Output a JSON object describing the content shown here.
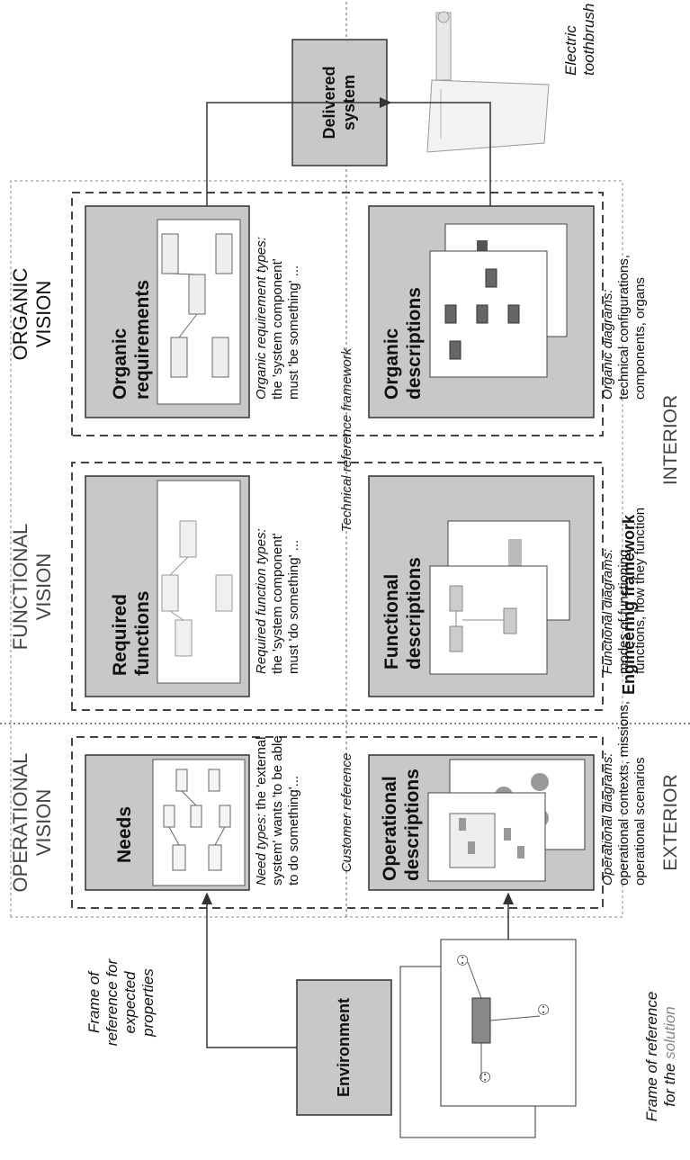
{
  "header_labels": {
    "exterior": "EXTERIOR",
    "interior": "INTERIOR"
  },
  "visions": {
    "operational": [
      "OPERATIONAL",
      "VISION"
    ],
    "functional": [
      "FUNCTIONAL",
      "VISION"
    ],
    "organic": [
      "ORGANIC",
      "VISION"
    ]
  },
  "frameworks": {
    "engineering": "Engineering framework",
    "customer_reference": "Customer reference",
    "technical_reference": "Technical reference framework"
  },
  "cells": {
    "needs": {
      "title": [
        "Needs"
      ],
      "caption_italic": "Need types:",
      "caption_lines": [
        " the 'external",
        "system' wants 'to be able",
        "to do something'..."
      ]
    },
    "operational_descriptions": {
      "title": [
        "Operational",
        "descriptions"
      ],
      "caption_italic": "Operational diagrams:",
      "caption_lines": [
        "",
        "operational contexts, missions,",
        "operational scenarios"
      ]
    },
    "required_functions": {
      "title": [
        "Required",
        "functions"
      ],
      "caption_italic": "Required function types:",
      "caption_lines": [
        "",
        "the 'system component'",
        "must 'do something' ..."
      ]
    },
    "functional_descriptions": {
      "title": [
        "Functional",
        "descriptions"
      ],
      "caption_italic": "Functional diagrams:",
      "caption_lines": [
        "",
        "modes of functioning,",
        "functions, how they function"
      ]
    },
    "organic_requirements": {
      "title": [
        "Organic",
        "requirements"
      ],
      "caption_italic": "Organic requirement types:",
      "caption_lines": [
        "",
        "the 'system component'",
        "must 'be something' ..."
      ]
    },
    "organic_descriptions": {
      "title": [
        "Organic",
        "descriptions"
      ],
      "caption_italic": "Organic diagrams:",
      "caption_lines": [
        "",
        "technical configurations,",
        "components, organs"
      ]
    }
  },
  "environment": {
    "label": "Environment",
    "frame_expected": [
      "Frame of",
      "reference for",
      "expected",
      "properties"
    ],
    "frame_solution_italic": [
      "Frame of reference",
      "for the "
    ],
    "frame_solution_tail": "solution"
  },
  "delivered": {
    "label": [
      "Delivered",
      "system"
    ],
    "example": [
      "Electric",
      "toothbrush"
    ]
  },
  "colors": {
    "box_fill": "#c8c8c8",
    "sketch_fill": "#ffffff",
    "line": "#333333",
    "dashed_outer": "#888888",
    "solution_grey": "#888888"
  }
}
